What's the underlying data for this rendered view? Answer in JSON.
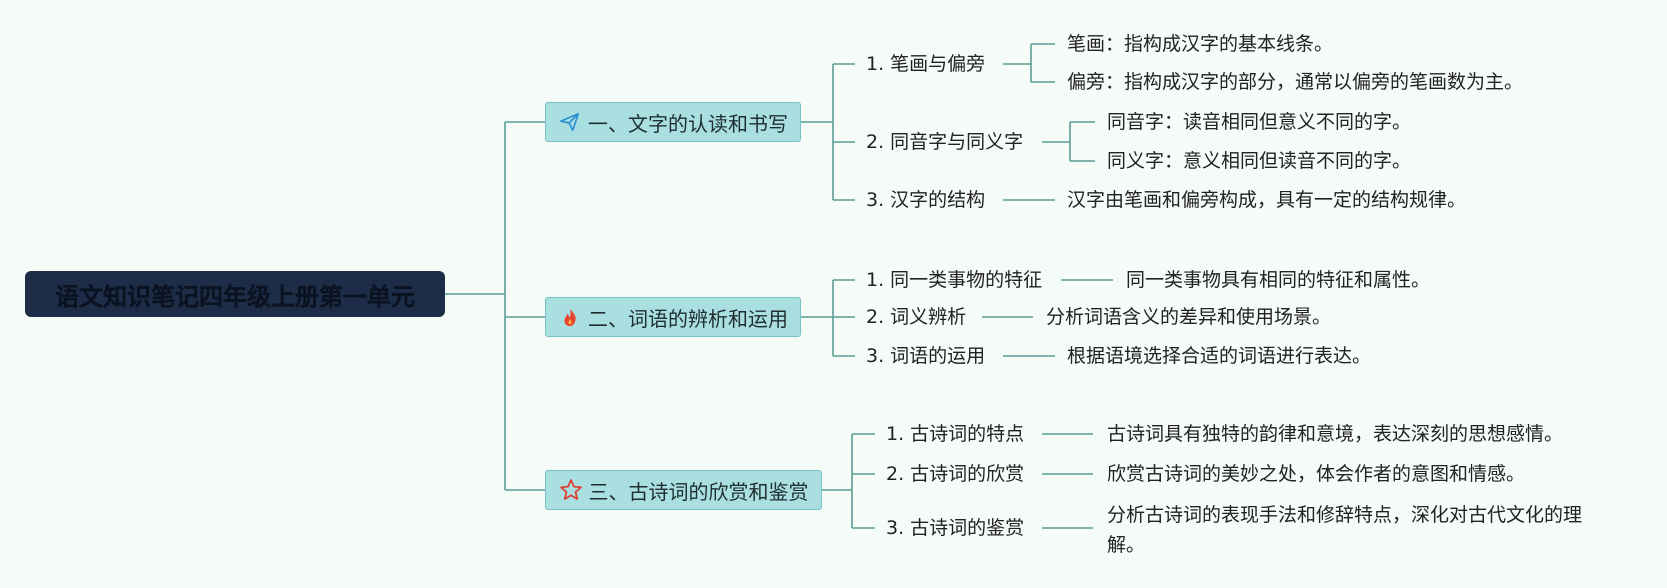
{
  "root": {
    "title": "语文知识笔记四年级上册第一单元"
  },
  "branches": [
    {
      "label": "一、文字的认读和书写",
      "icon": "paper-plane-icon",
      "topics": [
        {
          "label": "1. 笔画与偏旁",
          "leaves": [
            "笔画：指构成汉字的基本线条。",
            "偏旁：指构成汉字的部分，通常以偏旁的笔画数为主。"
          ]
        },
        {
          "label": "2. 同音字与同义字",
          "leaves": [
            "同音字：读音相同但意义不同的字。",
            "同义字：意义相同但读音不同的字。"
          ]
        },
        {
          "label": "3. 汉字的结构",
          "leaves": [
            "汉字由笔画和偏旁构成，具有一定的结构规律。"
          ]
        }
      ]
    },
    {
      "label": "二、词语的辨析和运用",
      "icon": "fire-icon",
      "topics": [
        {
          "label": "1. 同一类事物的特征",
          "leaves": [
            "同一类事物具有相同的特征和属性。"
          ]
        },
        {
          "label": "2. 词义辨析",
          "leaves": [
            "分析词语含义的差异和使用场景。"
          ]
        },
        {
          "label": "3. 词语的运用",
          "leaves": [
            "根据语境选择合适的词语进行表达。"
          ]
        }
      ]
    },
    {
      "label": "三、古诗词的欣赏和鉴赏",
      "icon": "star-icon",
      "topics": [
        {
          "label": "1. 古诗词的特点",
          "leaves": [
            "古诗词具有独特的韵律和意境，表达深刻的思想感情。"
          ]
        },
        {
          "label": "2. 古诗词的欣赏",
          "leaves": [
            "欣赏古诗词的美妙之处，体会作者的意图和情感。"
          ]
        },
        {
          "label": "3. 古诗词的鉴赏",
          "leaves": [
            "分析古诗词的表现手法和修辞特点，深化对古代文化的理解。"
          ]
        }
      ]
    }
  ],
  "colors": {
    "line": "#5a9e95",
    "root_bg": "#1d2d48",
    "branch_bg": "#a9dfe0",
    "background": "#f5fbf6"
  }
}
